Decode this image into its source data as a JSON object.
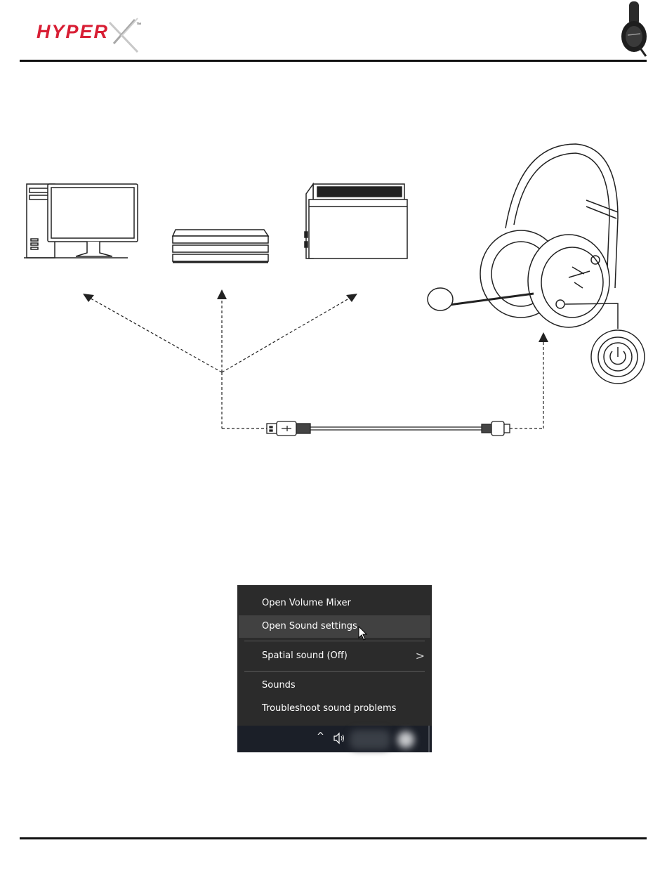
{
  "header": {
    "logo_text": "HYPER",
    "logo_tm": "™"
  },
  "colors": {
    "brand_red": "#d81e34",
    "menu_bg": "#2b2b2b",
    "menu_hover": "#414141",
    "taskbar_bg": "#1b1f28"
  },
  "icons": {
    "devices": [
      "pc-icon",
      "ps4-console-icon",
      "switch-dock-icon"
    ],
    "headset": "wireless-headset-icon",
    "power": "power-button-icon",
    "cable": "usb-cable-icon"
  },
  "context_menu": {
    "items": [
      {
        "label": "Open Volume Mixer"
      },
      {
        "label": "Open Sound settings"
      },
      {
        "label": "Spatial sound (Off)"
      },
      {
        "label": "Sounds"
      },
      {
        "label": "Troubleshoot sound problems"
      }
    ],
    "submenu_arrow": ">",
    "taskbar": {
      "chevron": "^"
    }
  }
}
